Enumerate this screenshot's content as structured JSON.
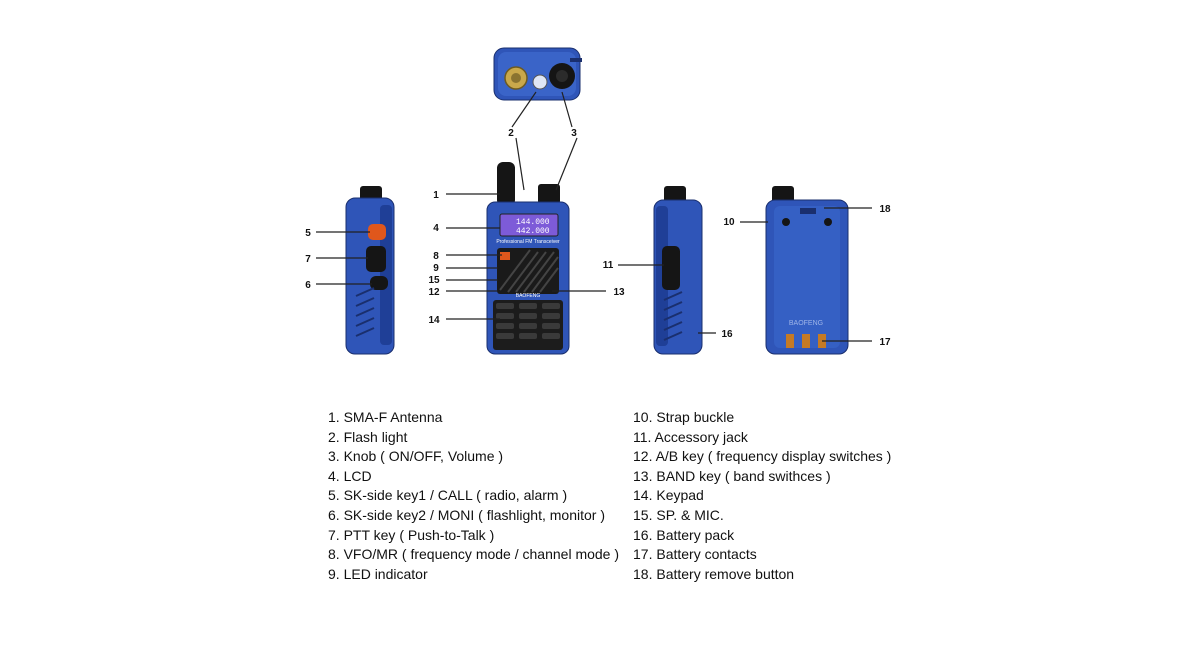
{
  "callouts": [
    "1",
    "2",
    "3",
    "4",
    "5",
    "6",
    "7",
    "8",
    "9",
    "10",
    "11",
    "12",
    "13",
    "14",
    "15",
    "16",
    "17",
    "18"
  ],
  "radio": {
    "brand": "BAOFENG",
    "subtitle": "Professional FM Transceiver",
    "freq_a": "144.000",
    "freq_b": "442.000",
    "back_brand": "BAOFENG"
  },
  "legend": {
    "left": [
      "1. SMA-F Antenna",
      "2. Flash light",
      "3. Knob ( ON/OFF, Volume )",
      "4. LCD",
      "5. SK-side key1 / CALL ( radio, alarm )",
      "6. SK-side key2 / MONI ( flashlight, monitor )",
      "7. PTT key ( Push-to-Talk )",
      "8. VFO/MR ( frequency mode / channel mode )",
      "9. LED indicator"
    ],
    "right": [
      "10. Strap buckle",
      "11. Accessory jack",
      "12. A/B key ( frequency display switches )",
      "13. BAND key ( band swithces )",
      "14. Keypad",
      "15. SP. & MIC.",
      "16. Battery pack",
      "17. Battery contacts",
      "18. Battery remove button"
    ]
  },
  "colors": {
    "body_blue": "#2f55b8",
    "accent_orange": "#e0571c",
    "lcd_purple": "#7d5bd8"
  }
}
